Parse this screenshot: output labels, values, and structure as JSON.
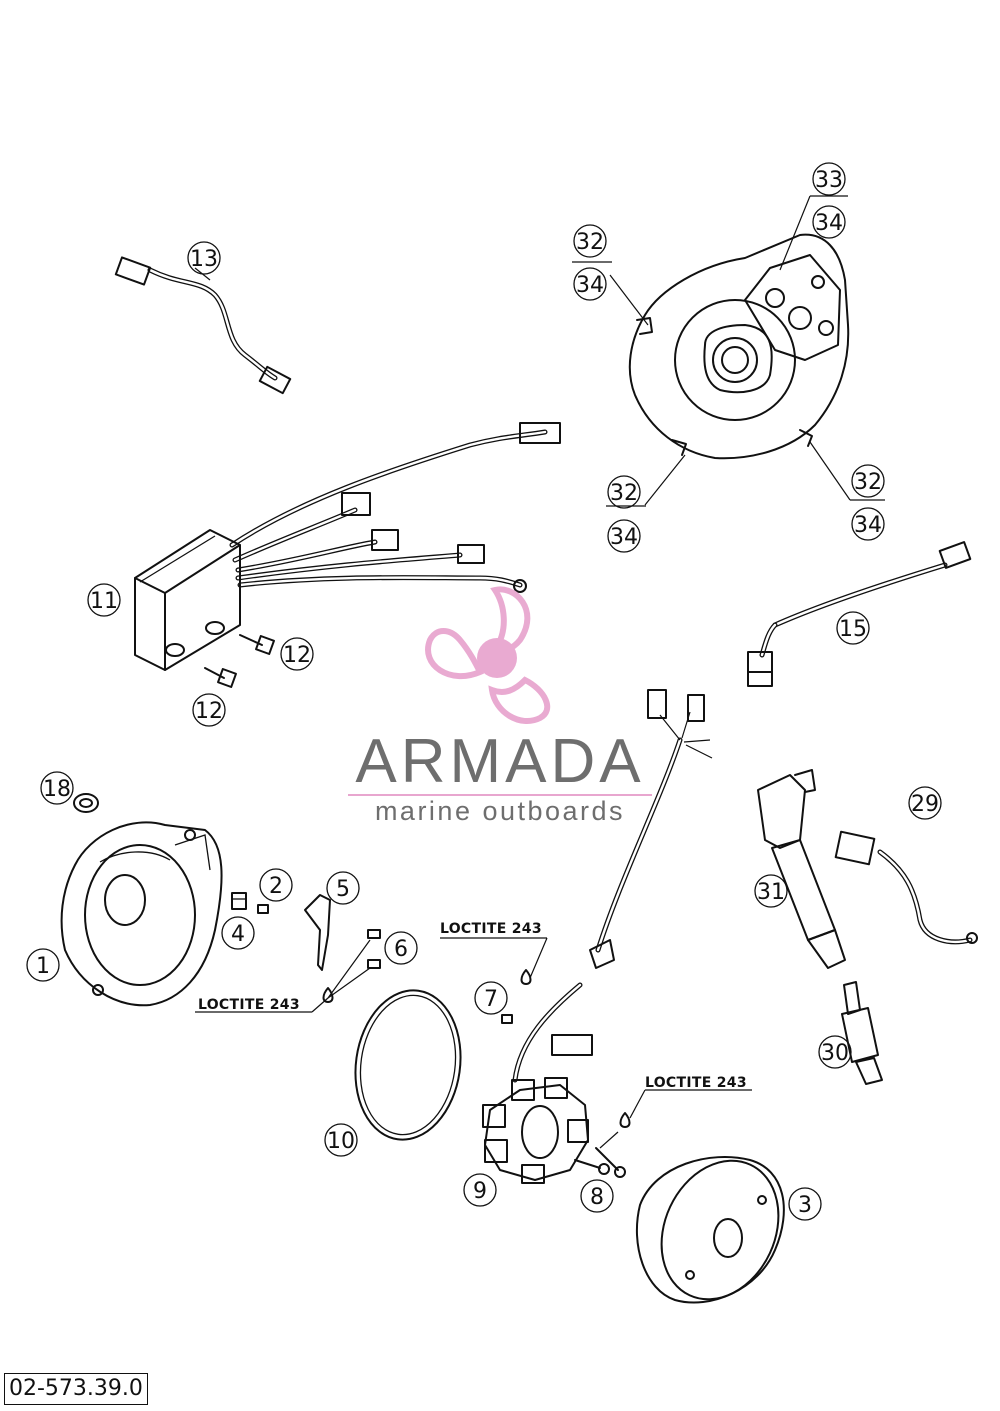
{
  "logo": {
    "brand": "ARMADA",
    "tagline": "marine outboards",
    "accent_color": "#e8a6cf",
    "text_color": "#6e6e6e",
    "icon": "propeller-logo-icon"
  },
  "document_number": "02-573.39.0",
  "loctite_label": "LOCTITE 243",
  "callouts": [
    "1",
    "2",
    "3",
    "4",
    "5",
    "6",
    "7",
    "8",
    "9",
    "10",
    "11",
    "12",
    "12",
    "13",
    "15",
    "18",
    "29",
    "30",
    "31",
    "32",
    "34",
    "33",
    "34",
    "32",
    "34",
    "32",
    "34"
  ]
}
